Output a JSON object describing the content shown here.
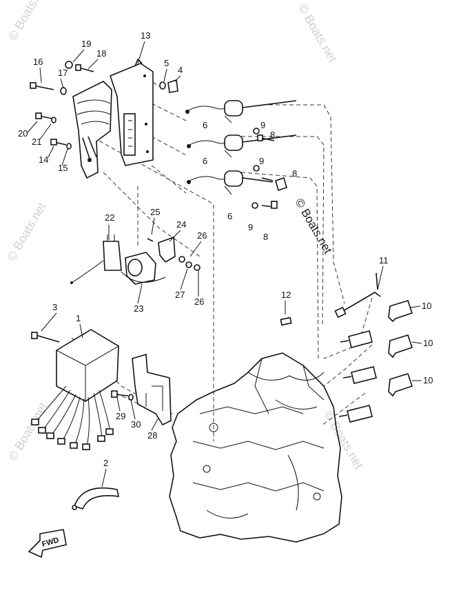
{
  "watermark": {
    "text": "© Boats.net"
  },
  "part_numbers": {
    "p1": "1",
    "p2": "2",
    "p3": "3",
    "p4": "4",
    "p5": "5",
    "p6a": "6",
    "p6b": "6",
    "p6c": "6",
    "p8a": "8",
    "p8b": "8",
    "p8c": "8",
    "p9a": "9",
    "p9b": "9",
    "p9c": "9",
    "p10a": "10",
    "p10b": "10",
    "p10c": "10",
    "p11": "11",
    "p12": "12",
    "p13": "13",
    "p14": "14",
    "p15": "15",
    "p16": "16",
    "p17": "17",
    "p18": "18",
    "p19": "19",
    "p20": "20",
    "p21": "21",
    "p22": "22",
    "p23": "23",
    "p24": "24",
    "p25": "25",
    "p26a": "26",
    "p26b": "26",
    "p27": "27",
    "p28": "28",
    "p29": "29",
    "p30": "30"
  },
  "direction_arrow": {
    "text": "FWD"
  }
}
